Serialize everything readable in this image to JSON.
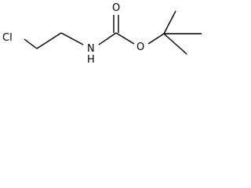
{
  "molecule": {
    "atoms": {
      "chlorine": "Cl",
      "amine_nitrogen": "N",
      "amine_hydrogen": "H",
      "carbonyl_oxygen": "O",
      "ester_oxygen": "O"
    }
  },
  "colors": {
    "bond": "#000000",
    "label": "#000000",
    "background": "#ffffff"
  }
}
